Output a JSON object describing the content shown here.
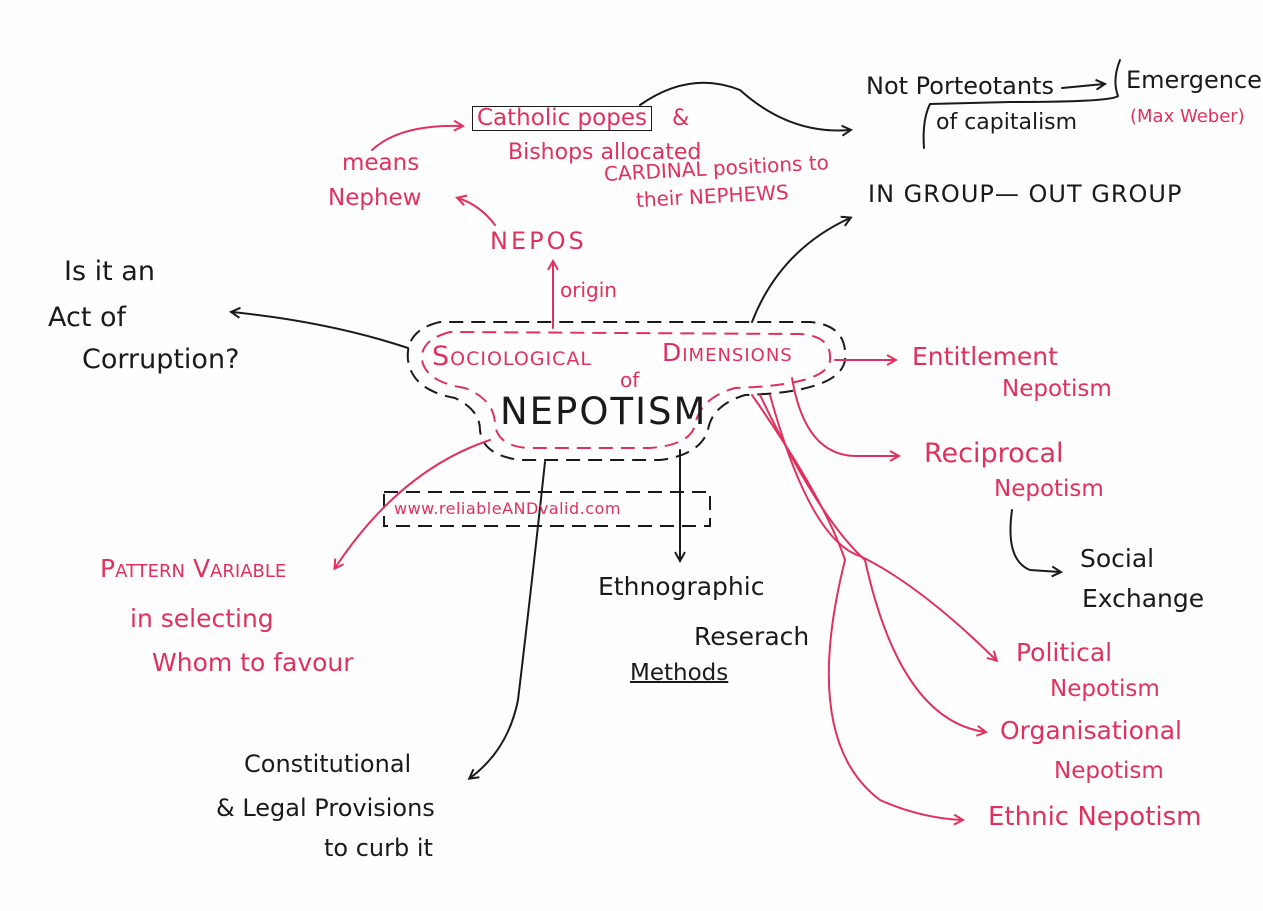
{
  "center": {
    "title_line1_a": "Sociological",
    "title_line1_b": "Dimensions",
    "title_of": "of",
    "title_line2": "Nepotism"
  },
  "watermark": "www.reliableANDvalid.com",
  "origin": {
    "arrow_label": "origin",
    "word": "NEPOS",
    "means_label": "means",
    "means_value": "Nephew",
    "catholic_boxed": "Catholic popes",
    "catholic_amp": "&",
    "bishops_text": "Bishops allocated",
    "cardinal_text": "CARDINAL positions to",
    "nephews_text": "their NEPHEWS"
  },
  "protestants": {
    "text": "Not Porteotants",
    "emergence": "Emergence",
    "capitalism": "of capitalism",
    "weber": "(Max Weber)"
  },
  "groups": {
    "text": "IN GROUP— OUT GROUP"
  },
  "corruption": {
    "line1": "Is it an",
    "line2": "Act of",
    "line3": "Corruption?"
  },
  "types": {
    "entitlement_1": "Entitlement",
    "entitlement_2": "Nepotism",
    "reciprocal_1": "Reciprocal",
    "reciprocal_2": "Nepotism",
    "social_1": "Social",
    "social_2": "Exchange",
    "political_1": "Political",
    "political_2": "Nepotism",
    "organisational_1": "Organisational",
    "organisational_2": "Nepotism",
    "ethnic": "Ethnic Nepotism"
  },
  "pattern": {
    "line1": "Pattern Variable",
    "line2": "in selecting",
    "line3": "Whom to favour"
  },
  "ethno": {
    "line1": "Ethnographic",
    "line2": "Reserach",
    "line3": "Methods"
  },
  "legal": {
    "line1": "Constitutional",
    "line2": "& Legal Provisions",
    "line3": "to curb it"
  },
  "colors": {
    "black_ink": "#1a1a1a",
    "red_ink": "#e0315e",
    "paper": "#fefefe"
  }
}
